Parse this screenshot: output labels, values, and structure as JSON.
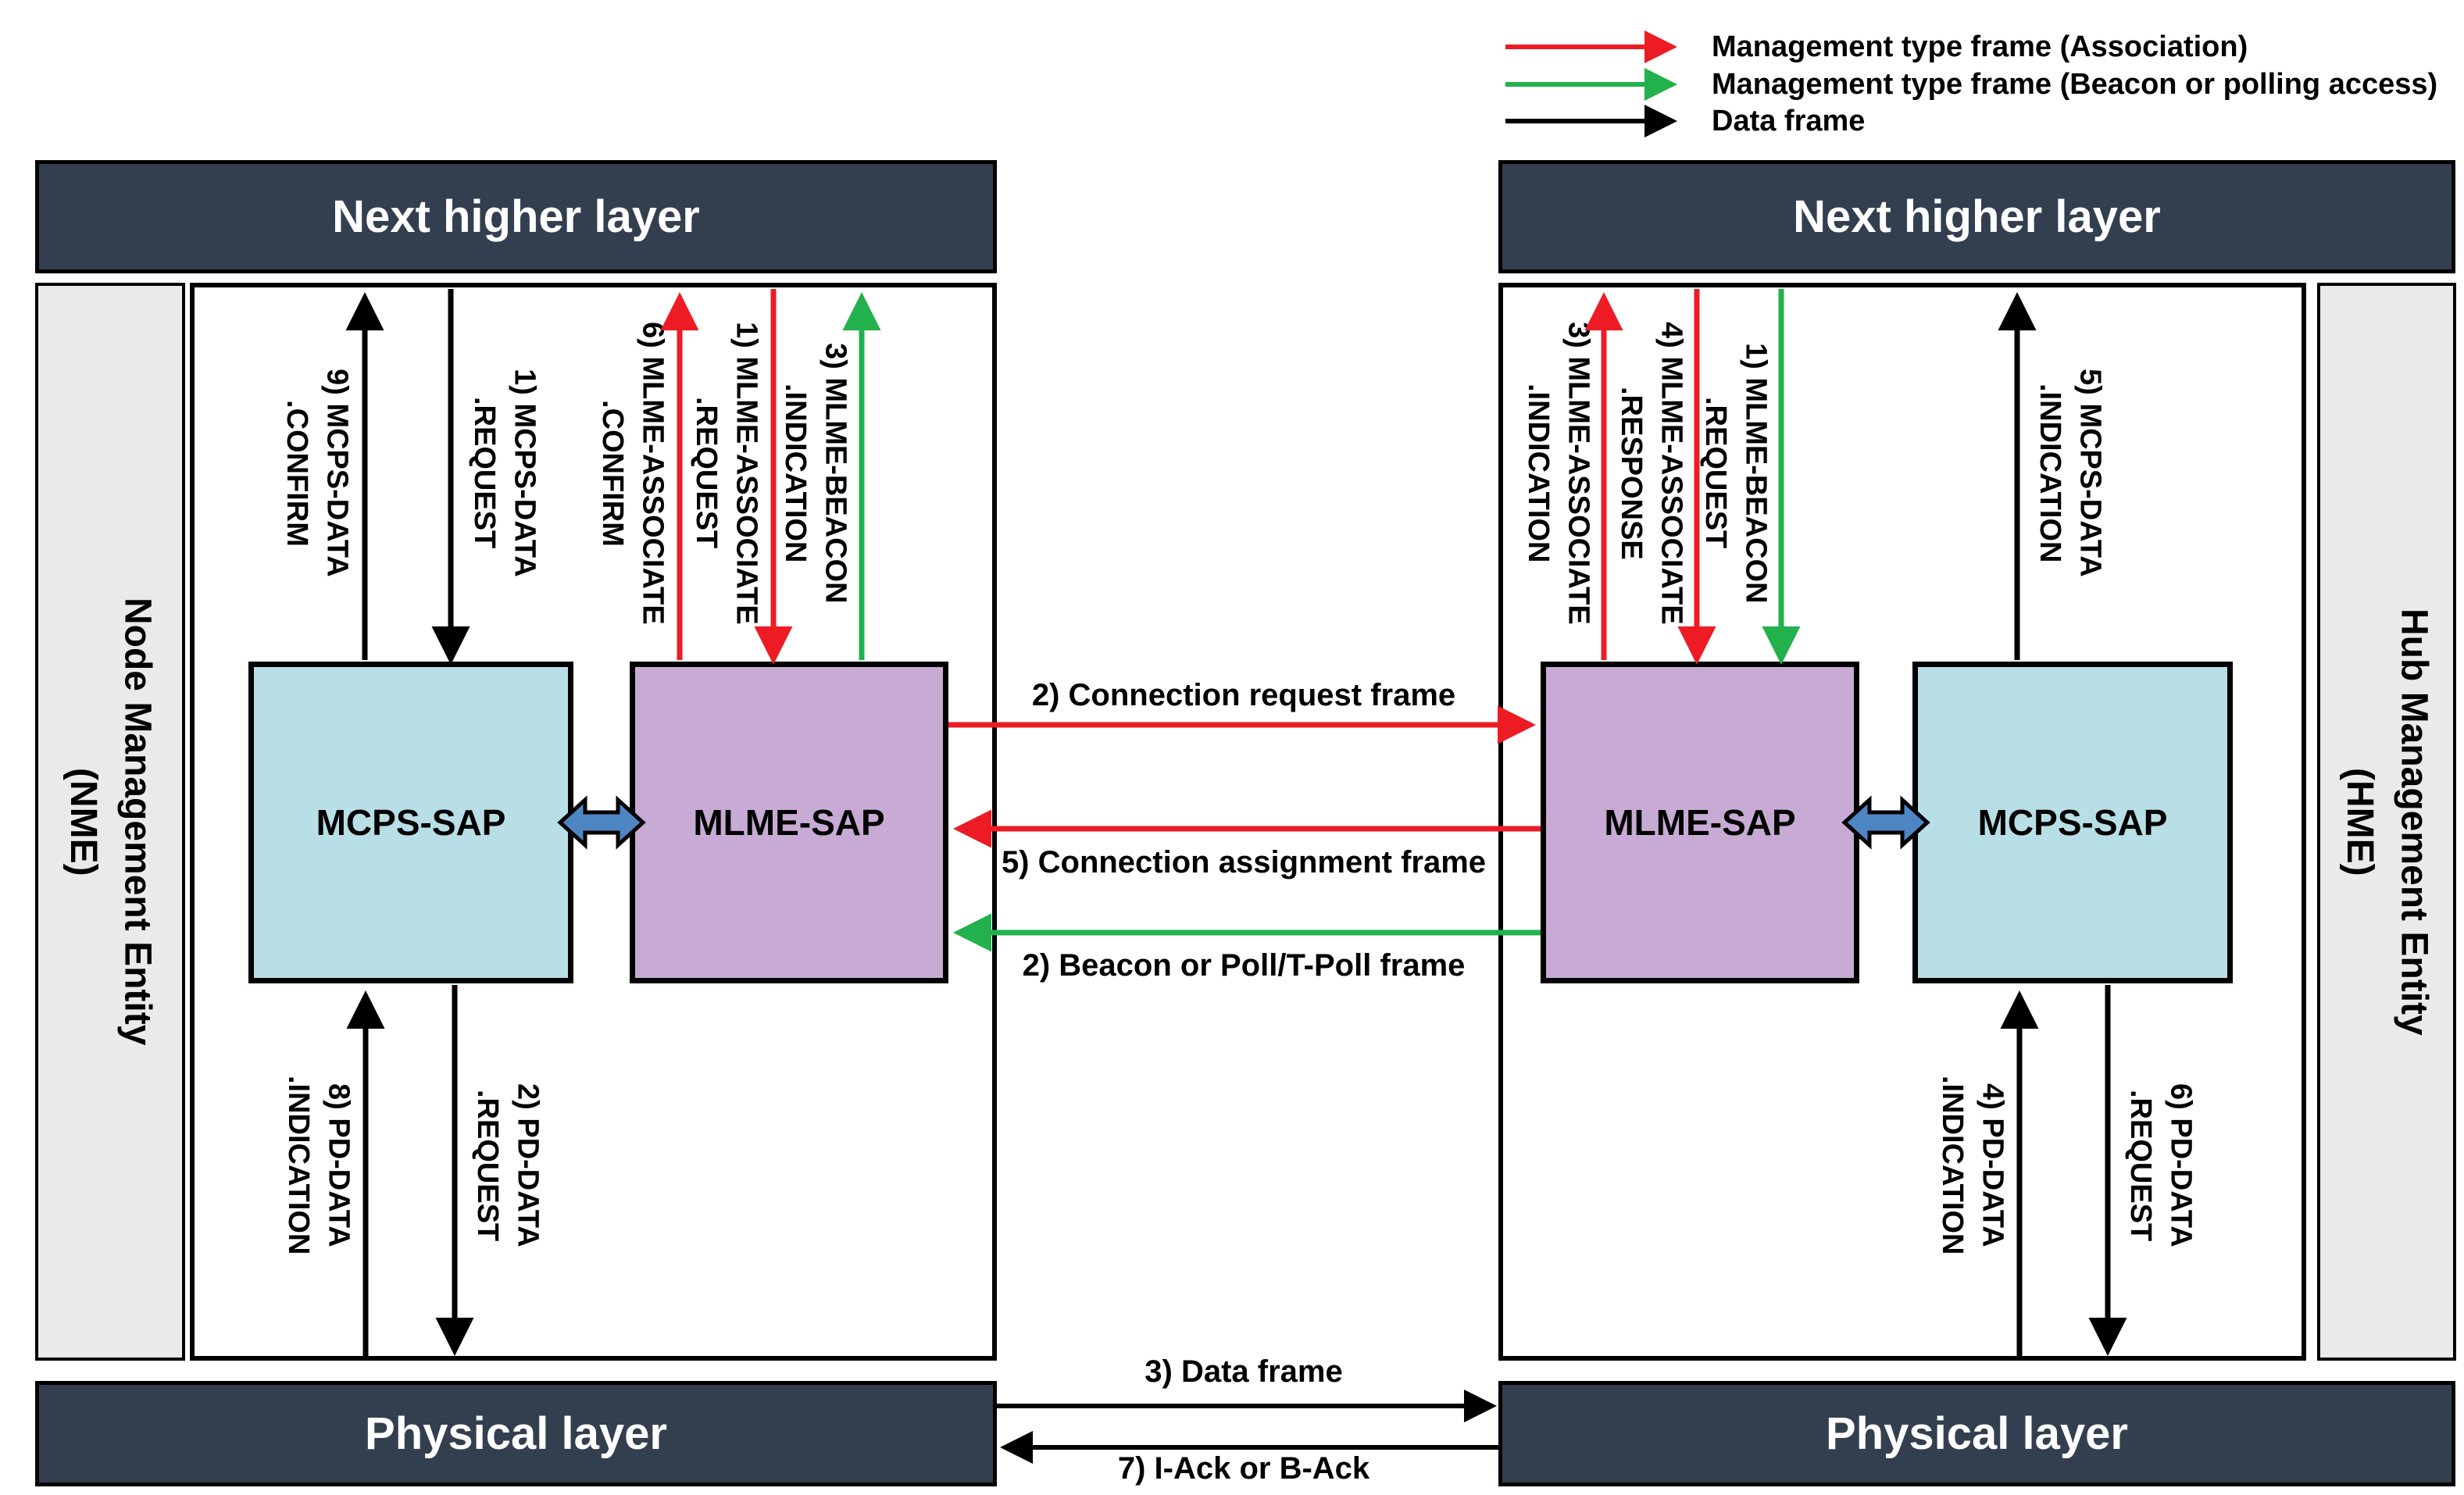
{
  "colors": {
    "red": "#ED1C24",
    "green": "#22B14C",
    "black": "#000000",
    "blue_arrow": "#4E86C4",
    "dark_header": "#333F4F",
    "cyan_box": "#B8DEE6",
    "purple_box": "#C8ABD5",
    "sidebar_gray": "#EAEAEA"
  },
  "legend": {
    "items": [
      {
        "label": "Management type frame (Association)",
        "color": "#ED1C24"
      },
      {
        "label": "Management type frame (Beacon or polling access)",
        "color": "#22B14C"
      },
      {
        "label": "Data frame",
        "color": "#000000"
      }
    ]
  },
  "node": {
    "next_higher_layer": "Next higher layer",
    "entity_line1": "Node Management Entity",
    "entity_line2": "(NME)",
    "physical_layer": "Physical layer",
    "mcps_label": "MCPS-SAP",
    "mlme_label": "MLME-SAP",
    "primitives": {
      "mcps_confirm": {
        "line1": "9) MCPS-DATA",
        "line2": ".CONFIRM"
      },
      "mcps_request": {
        "line1": "1) MCPS-DATA",
        "line2": ".REQUEST"
      },
      "mlme_confirm": {
        "line1": "6) MLME-ASSOCIATE",
        "line2": ".CONFIRM"
      },
      "mlme_request": {
        "line1": "1) MLME-ASSOCIATE",
        "line2": ".REQUEST"
      },
      "mlme_beacon_indication": {
        "line1": "3) MLME-BEACON",
        "line2": ".INDICATION"
      },
      "pd_indication": {
        "line1": "8) PD-DATA",
        "line2": ".INDICATION"
      },
      "pd_request": {
        "line1": "2) PD-DATA",
        "line2": ".REQUEST"
      }
    }
  },
  "hub": {
    "next_higher_layer": "Next higher layer",
    "entity_line1": "Hub Management Entity",
    "entity_line2": "(HME)",
    "physical_layer": "Physical layer",
    "mcps_label": "MCPS-SAP",
    "mlme_label": "MLME-SAP",
    "primitives": {
      "mlme_indication": {
        "line1": "3) MLME-ASSOCIATE",
        "line2": ".INDICATION"
      },
      "mlme_response": {
        "line1": "4) MLME-ASSOCIATE",
        "line2": ".RESPONSE"
      },
      "mlme_beacon_request": {
        "line1": "1) MLME-BEACON",
        "line2": ".REQUEST"
      },
      "mcps_indication": {
        "line1": "5) MCPS-DATA",
        "line2": ".INDICATION"
      },
      "pd_indication": {
        "line1": "4) PD-DATA",
        "line2": ".INDICATION"
      },
      "pd_request": {
        "line1": "6) PD-DATA",
        "line2": ".REQUEST"
      }
    }
  },
  "frames": {
    "connection_request": "2) Connection request frame",
    "connection_assignment": "5) Connection assignment frame",
    "beacon_poll": "2) Beacon or Poll/T-Poll frame",
    "data": "3) Data frame",
    "ack": "7) I-Ack or B-Ack"
  }
}
